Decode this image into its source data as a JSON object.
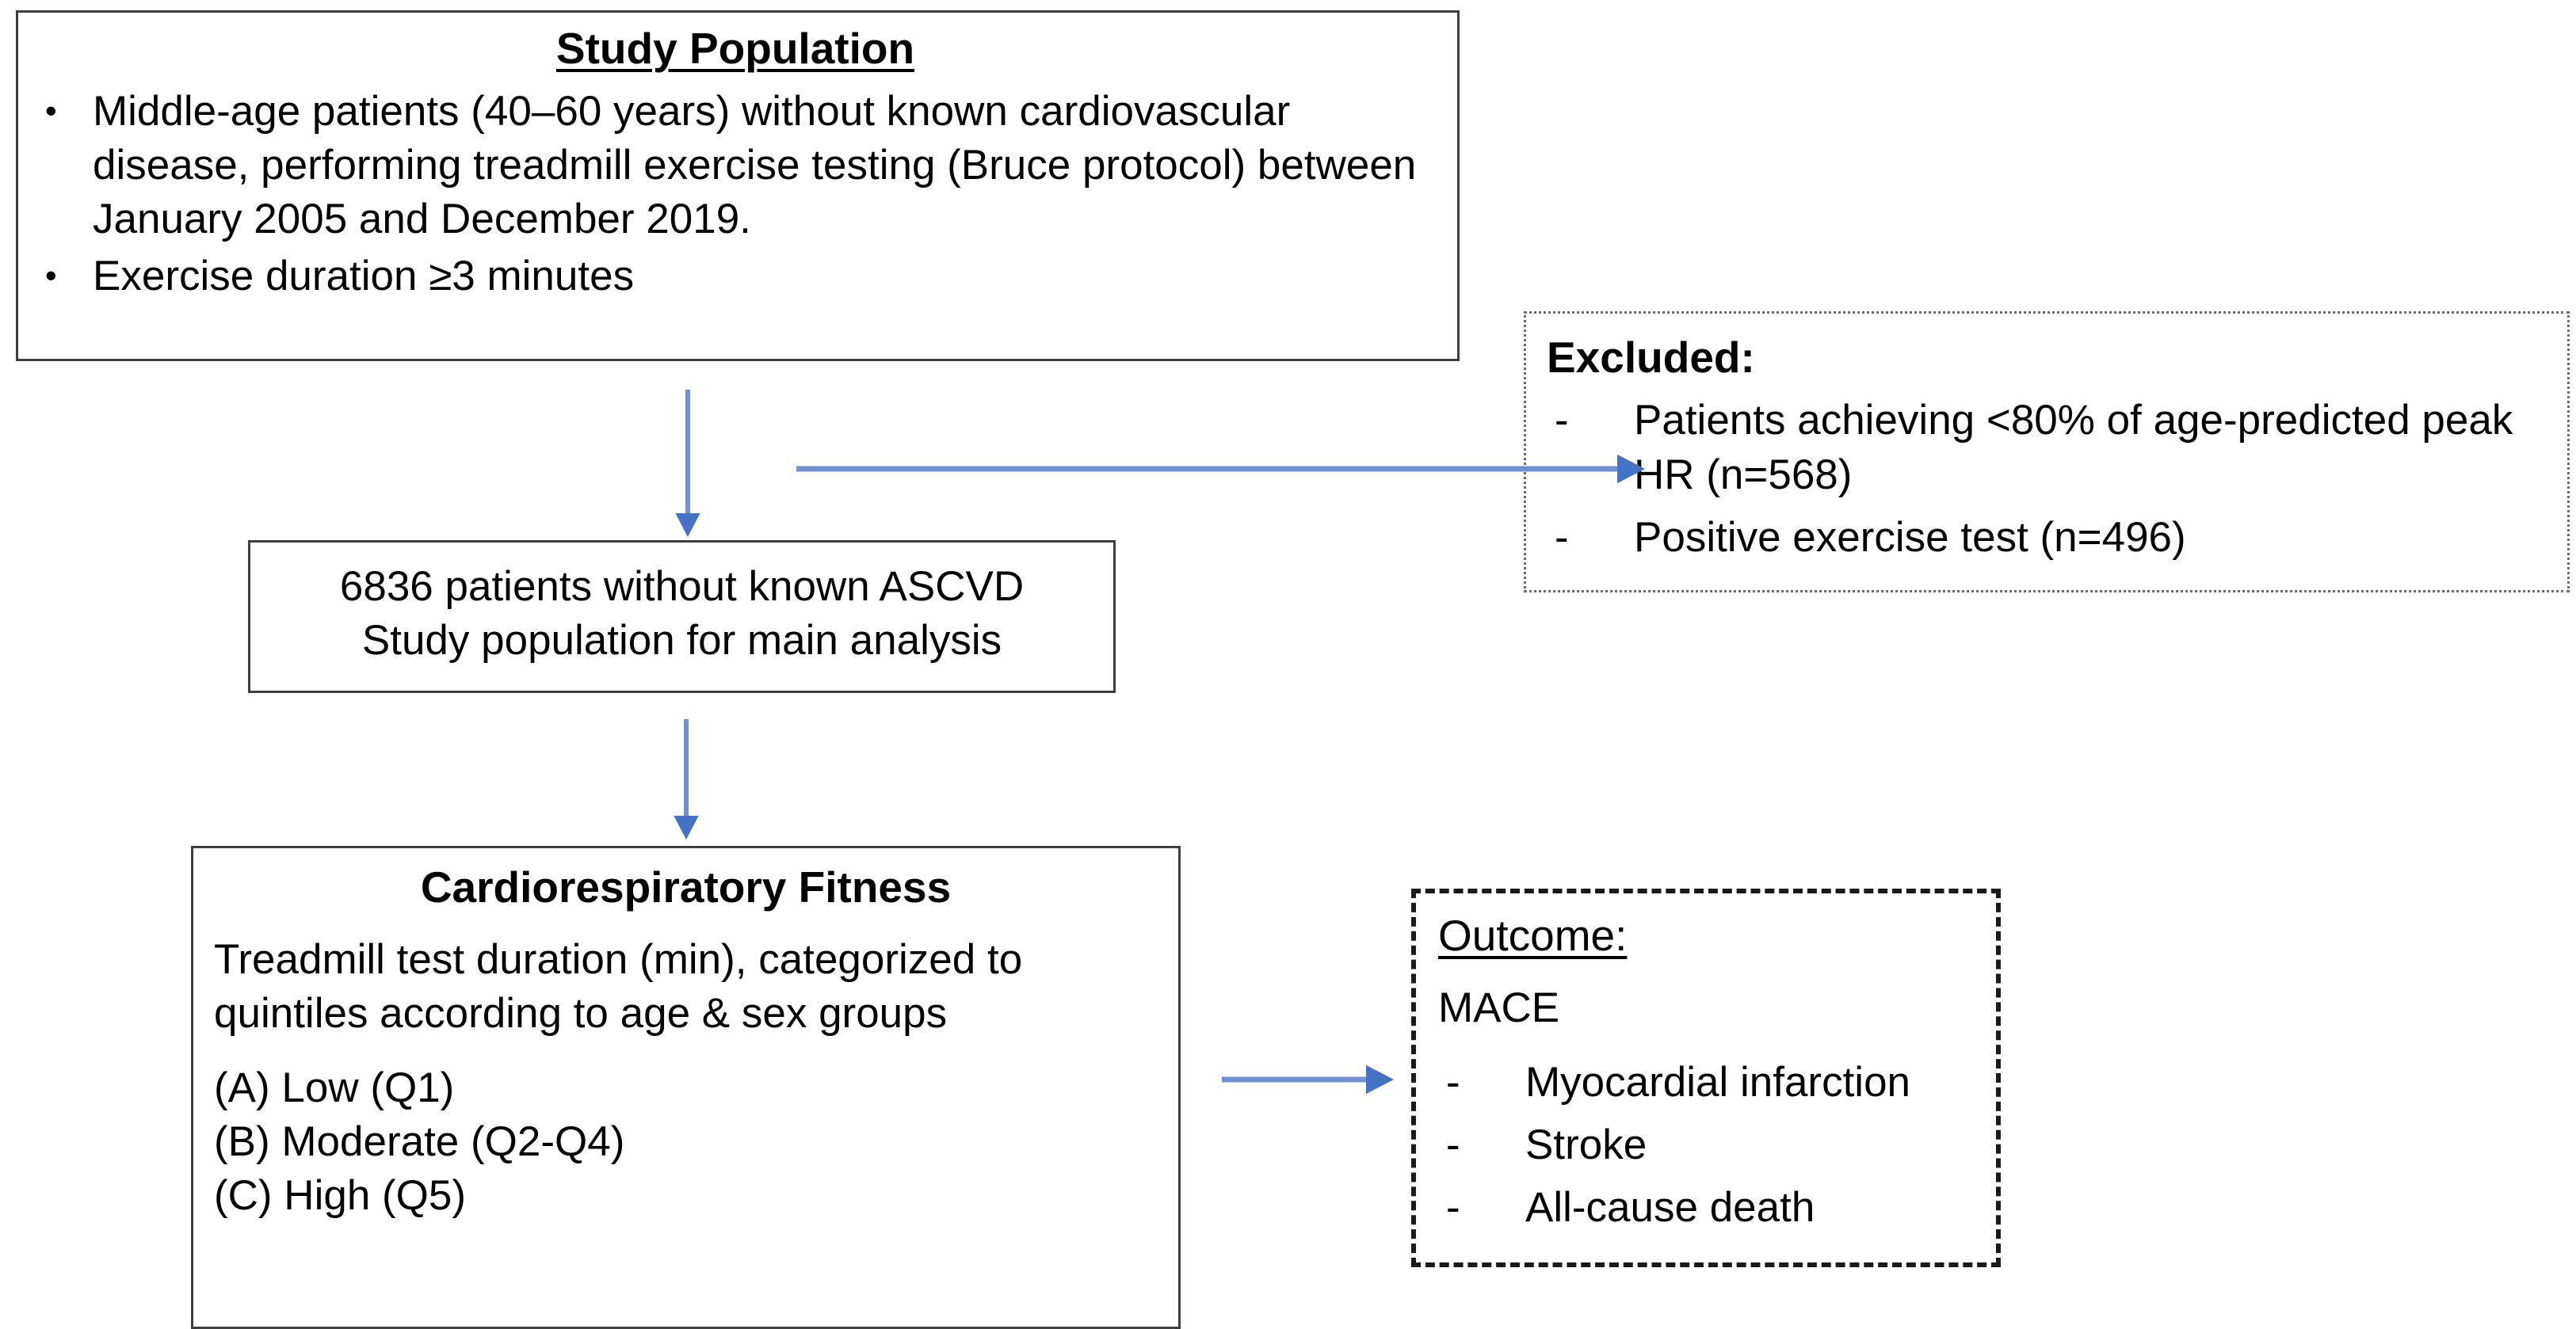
{
  "diagram": {
    "type": "study-flowchart",
    "accent_color": "#4472C4",
    "box_border_color": "#3f3f3f",
    "background": "#ffffff"
  },
  "study_population": {
    "title": "Study Population",
    "bullets": [
      "Middle-age patients (40–60 years) without known cardiovascular disease, performing treadmill exercise testing (Bruce protocol) between January 2005 and December 2019.",
      "Exercise duration ≥3 minutes"
    ],
    "bullet_glyph": "•"
  },
  "excluded": {
    "title": "Excluded:",
    "items": [
      "Patients achieving <80% of age-predicted peak HR  (n=568)",
      "Positive exercise test  (n=496)"
    ],
    "dash_glyph": "-"
  },
  "ascvd": {
    "line1": "6836 patients without known ASCVD",
    "line2": "Study population for main analysis"
  },
  "fitness": {
    "title": "Cardiorespiratory Fitness",
    "description": "Treadmill test duration (min), categorized to quintiles according to age & sex groups",
    "categories": [
      "(A) Low (Q1)",
      "(B) Moderate (Q2-Q4)",
      "(C) High (Q5)"
    ]
  },
  "outcome": {
    "title": "Outcome:",
    "subtitle": "MACE",
    "items": [
      "Myocardial infarction",
      "Stroke",
      "All-cause death"
    ],
    "dash_glyph": "-"
  },
  "connectors": [
    {
      "name": "population-to-ascvd",
      "direction": "down"
    },
    {
      "name": "population-to-excluded",
      "direction": "right"
    },
    {
      "name": "ascvd-to-fitness",
      "direction": "down"
    },
    {
      "name": "fitness-to-outcome",
      "direction": "right"
    }
  ]
}
